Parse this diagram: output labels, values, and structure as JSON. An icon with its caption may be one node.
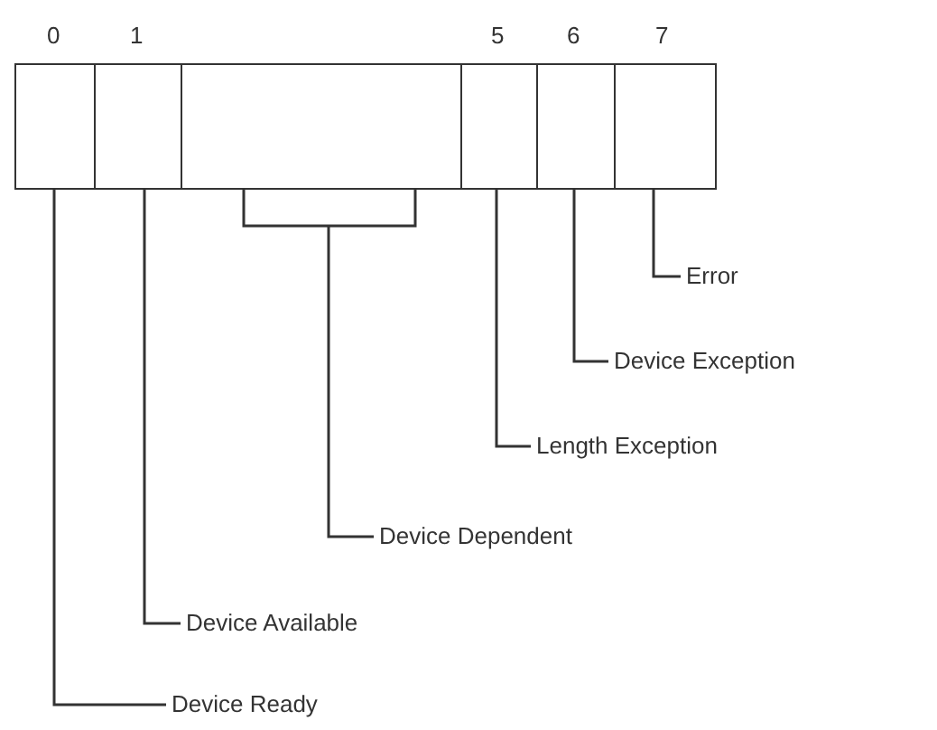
{
  "diagram": {
    "nodes": [
      {
        "text": [],
        "shape": "box"
      },
      {
        "text": [],
        "shape": "box"
      },
      {
        "text": [],
        "shape": "box"
      },
      {
        "text": [],
        "shape": "box"
      },
      {
        "text": [],
        "shape": "box"
      },
      {
        "text": [],
        "shape": "box"
      },
      {
        "text": [],
        "shape": "bracket"
      },
      {
        "text": [
          "Error"
        ]
      },
      {
        "text": [
          "Device Exception"
        ]
      },
      {
        "text": [
          "Length Exception"
        ]
      },
      {
        "text": [
          "Device Dependent"
        ]
      },
      {
        "text": [
          "Device Available"
        ]
      },
      {
        "text": [
          "Device Ready"
        ]
      }
    ],
    "edges": [
      {
        "from": 7,
        "to": 5,
        "arrow": "none"
      },
      {
        "from": 8,
        "to": 4,
        "arrow": "none"
      },
      {
        "from": 9,
        "to": 3,
        "arrow": "none"
      },
      {
        "from": 10,
        "to": 6,
        "arrow": "none"
      },
      {
        "from": 11,
        "to": 1,
        "arrow": "none"
      },
      {
        "from": 12,
        "to": 0,
        "arrow": "none"
      }
    ],
    "labels": [
      "0",
      "1",
      "5",
      "6",
      "7"
    ]
  }
}
